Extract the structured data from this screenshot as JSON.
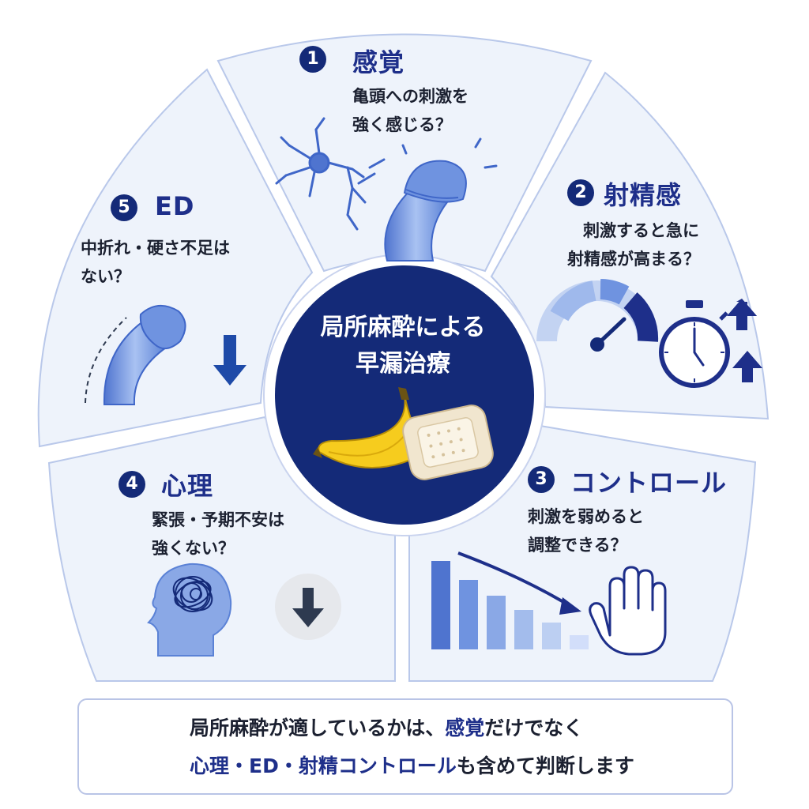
{
  "center": {
    "title_line1": "局所麻酔による",
    "title_line2": "早漏治療"
  },
  "segments": [
    {
      "number": "1",
      "title": "感覚",
      "desc_line1": "亀頭への刺激を",
      "desc_line2": "強く感じる？",
      "icons": [
        "neuron-icon",
        "penis-icon",
        "sensation-spark-icon"
      ]
    },
    {
      "number": "2",
      "title": "射精感",
      "desc_line1": "刺激すると急に",
      "desc_line2": "射精感が高まる？",
      "icons": [
        "gauge-icon",
        "stopwatch-icon",
        "up-arrow-icon"
      ]
    },
    {
      "number": "3",
      "title": "コントロール",
      "desc_line1": "刺激を弱めると",
      "desc_line2": "調整できる？",
      "icons": [
        "declining-bar-chart-icon",
        "hand-stop-icon"
      ]
    },
    {
      "number": "4",
      "title": "心理",
      "desc_line1": "緊張・予期不安は",
      "desc_line2": "強くない？",
      "icons": [
        "head-anxiety-icon",
        "down-arrow-icon"
      ]
    },
    {
      "number": "5",
      "title": "ED",
      "desc_line1": "中折れ・硬さ不足は",
      "desc_line2": "ない？",
      "icons": [
        "drooping-penis-icon",
        "down-arrow-icon"
      ]
    }
  ],
  "bottom": {
    "line1_part1": "局所麻酔が適しているかは、",
    "line1_highlight": "感覚",
    "line1_part2": "だけでなく",
    "line2_highlight": "心理・ED・射精コントロール",
    "line2_part2": "も含めて判断します",
    "icon": "clipboard-checklist-icon"
  },
  "colors": {
    "navy": "#142a78",
    "accent_blue": "#1e2f8a",
    "segment_fill": "#eef3fb",
    "segment_border": "#b9c8ea",
    "icon_blue": "#5b82d6",
    "banana_yellow": "#f6cc1e"
  }
}
